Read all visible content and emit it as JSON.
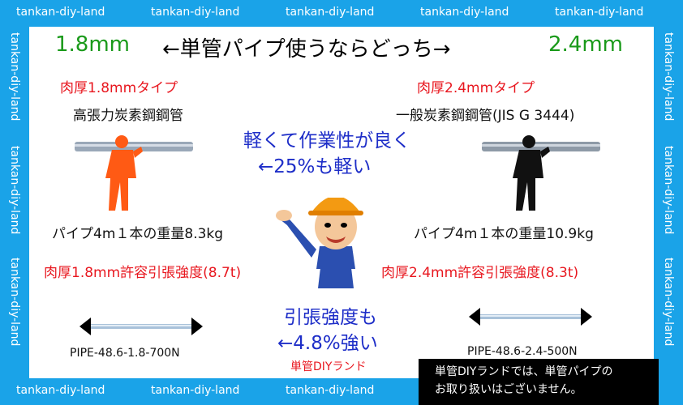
{
  "watermark": "tankan-diy-land",
  "header": {
    "left_size": "1.8mm",
    "title": "←単管パイプ使うならどっち→",
    "right_size": "2.4mm"
  },
  "left": {
    "type_label": "肉厚1.8mmタイプ",
    "material": "高張力炭素鋼鋼管",
    "weight": "パイプ4m１本の重量8.3kg",
    "strength": "肉厚1.8mm許容引張強度(8.7t)",
    "part_number": "PIPE-48.6-1.8-700N"
  },
  "right": {
    "type_label": "肉厚2.4mmタイプ",
    "material": "一般炭素鋼鋼管(JIS G 3444)",
    "weight": "パイプ4m１本の重量10.9kg",
    "strength": "肉厚2.4mm許容引張強度(8.3t)",
    "part_number": "PIPE-48.6-2.4-500N"
  },
  "center": {
    "light_line1": "軽くて作業性が良く",
    "light_line2": "←25%も軽い",
    "strong_line1": "引張強度も",
    "strong_line2": "←4.8%強い",
    "brand": "単管DIYランド"
  },
  "notice": {
    "line1": "単管DIYランドでは、単管パイプの",
    "line2": "お取り扱いはございません。"
  },
  "colors": {
    "border": "#1aa3e8",
    "green": "#1a9a1a",
    "red": "#e8161e",
    "blue": "#1e2ec8",
    "orange_figure": "#ff5a14"
  }
}
